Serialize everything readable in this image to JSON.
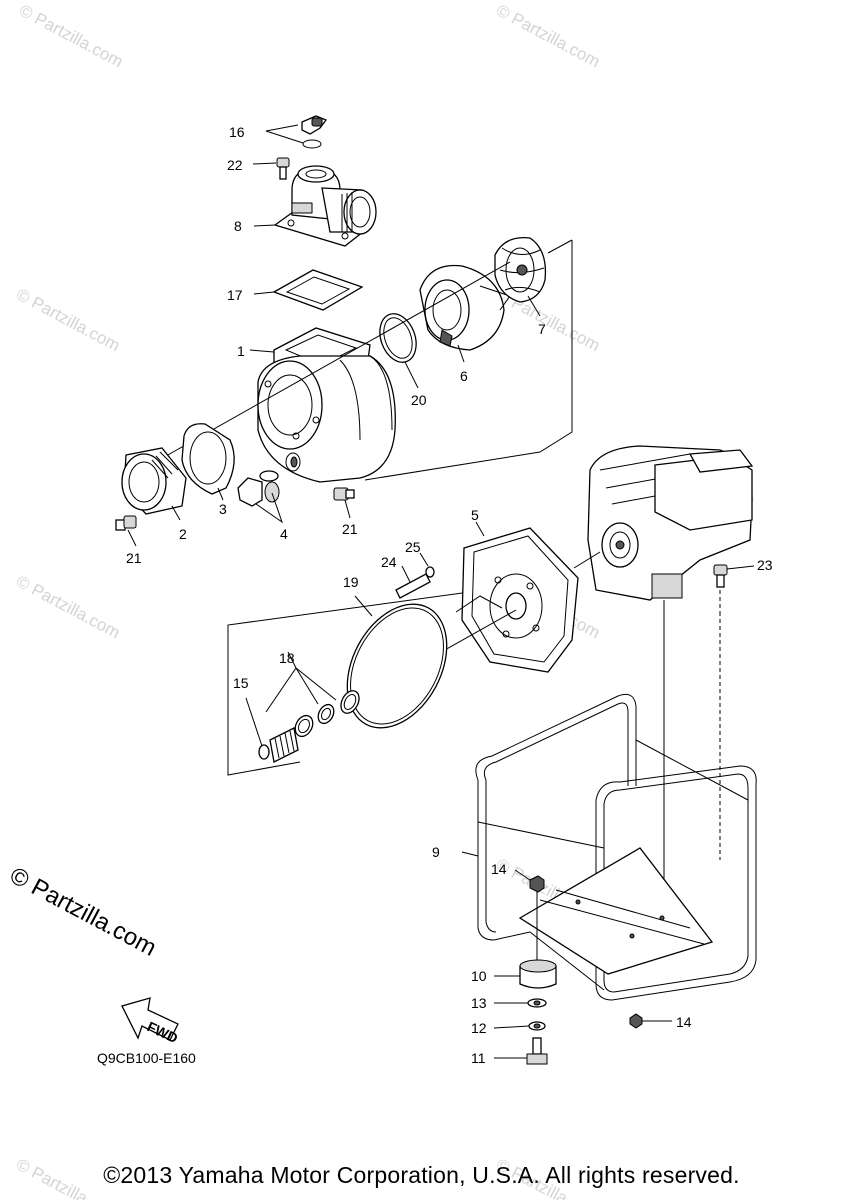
{
  "diagram": {
    "code": "Q9CB100-E160",
    "fwd_label": "FWD",
    "copyright": "©2013 Yamaha Motor Corporation, U.S.A. All rights reserved.",
    "brand": "© Partzilla.com",
    "watermark": "© Partzilla.com",
    "callouts": {
      "c16": "16",
      "c22": "22",
      "c8": "8",
      "c17": "17",
      "c1": "1",
      "c20": "20",
      "c6": "6",
      "c7": "7",
      "c2": "2",
      "c3": "3",
      "c4": "4",
      "c21a": "21",
      "c21b": "21",
      "c5": "5",
      "c25": "25",
      "c24": "24",
      "c23": "23",
      "c19": "19",
      "c18": "18",
      "c15": "15",
      "c9": "9",
      "c14a": "14",
      "c14b": "14",
      "c10": "10",
      "c13": "13",
      "c12": "12",
      "c11": "11"
    }
  }
}
